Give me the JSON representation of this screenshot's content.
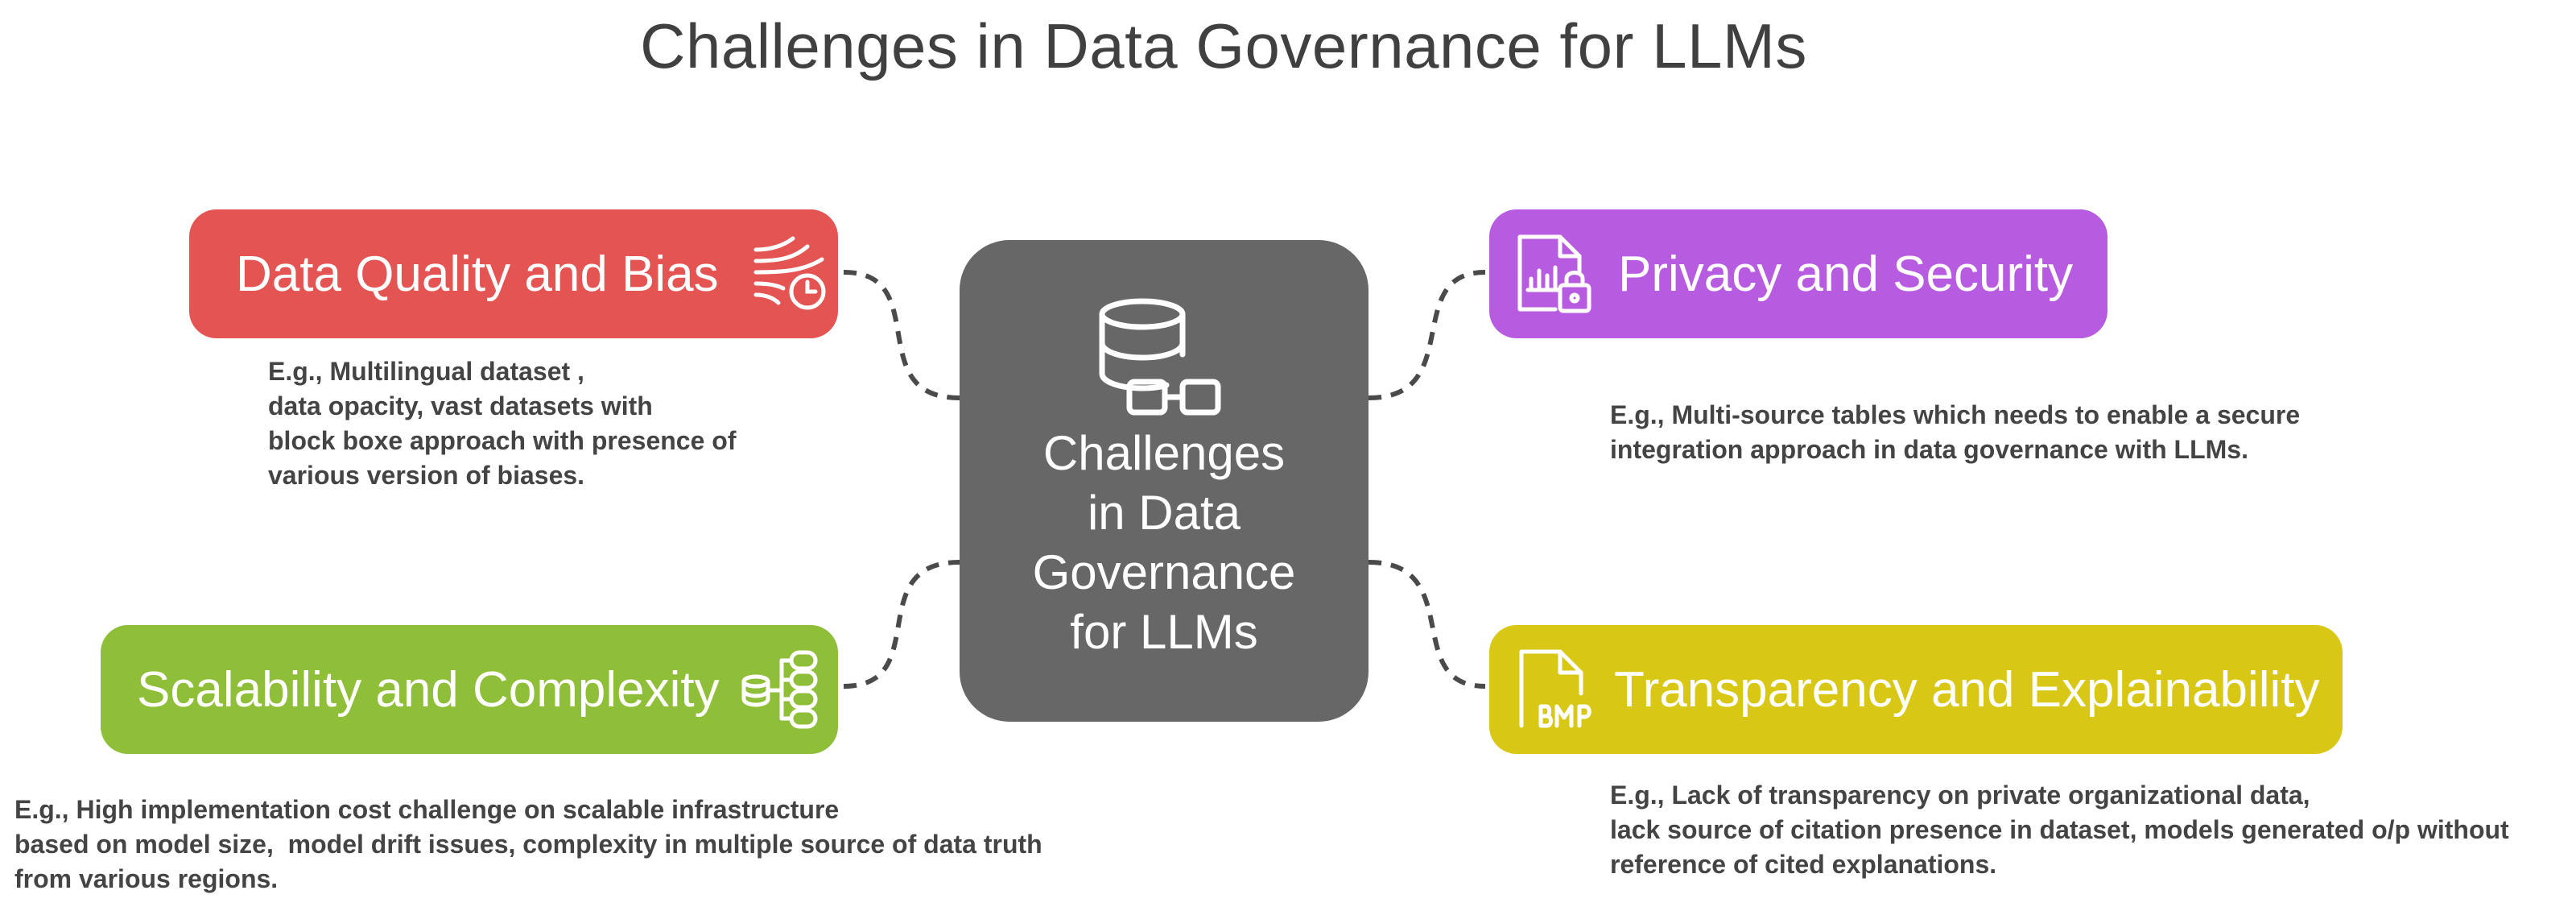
{
  "title": "Challenges in Data Governance for LLMs",
  "center": {
    "lines": [
      "Challenges",
      "in Data",
      "Governance",
      "for LLMs"
    ],
    "icon": "database-link-icon",
    "color": "#676767"
  },
  "branches": {
    "quality": {
      "label": "Data Quality and Bias",
      "icon": "wind-clock-icon",
      "color": "#e35452",
      "description": [
        "E.g., Multilingual dataset ,",
        "data opacity, vast datasets with",
        "block boxe approach with presence of",
        "various version of biases."
      ]
    },
    "privacy": {
      "label": "Privacy and Security",
      "icon": "locked-file-chart-icon",
      "color": "#b75ce0",
      "description": [
        "E.g., Multi-source tables which needs to enable a secure",
        "integration approach in data governance with LLMs."
      ]
    },
    "scalability": {
      "label": "Scalability and Complexity",
      "icon": "database-network-icon",
      "color": "#8fbe38",
      "description": [
        "E.g., High implementation cost challenge on scalable infrastructure",
        "based on model size,  model drift issues, complexity in multiple source of data truth",
        "from various regions."
      ]
    },
    "transparency": {
      "label": "Transparency and Explainability",
      "icon": "bmp-file-icon",
      "color": "#d8c815",
      "description": [
        "E.g., Lack of transparency on private organizational data,",
        "lack source of citation presence in dataset, models generated o/p without",
        "reference of cited explanations."
      ]
    }
  }
}
